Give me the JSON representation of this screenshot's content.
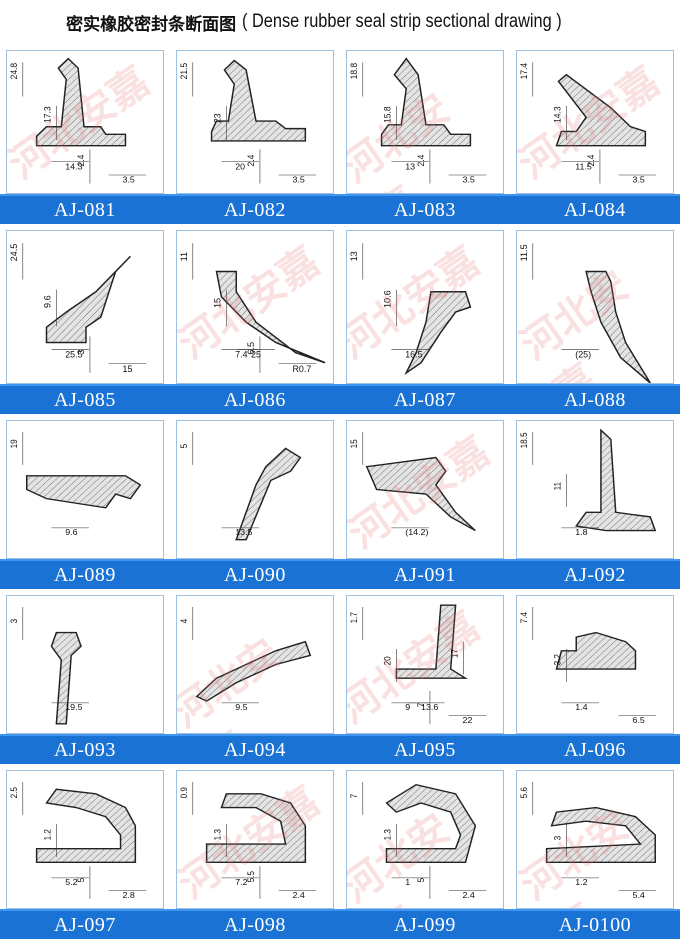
{
  "header": {
    "title_cn": "密实橡胶密封条断面图",
    "title_en": "( Dense rubber seal strip sectional drawing )"
  },
  "colors": {
    "label_bg": "#1a73d4",
    "label_text": "#ffffff",
    "profile_fill": "#d9d9d9",
    "watermark": "#e67878"
  },
  "watermark_text": "河北安嘉",
  "profiles": [
    {
      "code": "AJ-081",
      "dims": [
        "24.8",
        "14.3",
        "17.3",
        "3.5",
        "2.4"
      ]
    },
    {
      "code": "AJ-082",
      "dims": [
        "21.5",
        "20",
        "23",
        "3.5",
        "2.4"
      ]
    },
    {
      "code": "AJ-083",
      "dims": [
        "18.8",
        "13",
        "15.8",
        "3.5",
        "2.4"
      ]
    },
    {
      "code": "AJ-084",
      "dims": [
        "17.4",
        "11.5",
        "14.3",
        "3.5",
        "2.4"
      ]
    },
    {
      "code": "AJ-085",
      "dims": [
        "24.5",
        "25.5",
        "9.6",
        "15",
        "3"
      ]
    },
    {
      "code": "AJ-086",
      "dims": [
        "11",
        "7.4",
        "15",
        "R0.7",
        "6.5",
        "25"
      ]
    },
    {
      "code": "AJ-087",
      "dims": [
        "13",
        "16.5",
        "10.6"
      ]
    },
    {
      "code": "AJ-088",
      "dims": [
        "11.5",
        "(25)"
      ]
    },
    {
      "code": "AJ-089",
      "dims": [
        "19",
        "9.6"
      ]
    },
    {
      "code": "AJ-090",
      "dims": [
        "5",
        "13.5"
      ]
    },
    {
      "code": "AJ-091",
      "dims": [
        "15",
        "(14.2)"
      ]
    },
    {
      "code": "AJ-092",
      "dims": [
        "18.5",
        "1.8",
        "11"
      ]
    },
    {
      "code": "AJ-093",
      "dims": [
        "3",
        "19.5"
      ]
    },
    {
      "code": "AJ-094",
      "dims": [
        "4",
        "9.5"
      ]
    },
    {
      "code": "AJ-095",
      "dims": [
        "1.7",
        "9",
        "20",
        "22",
        "7",
        "13.6",
        "17"
      ]
    },
    {
      "code": "AJ-096",
      "dims": [
        "7.4",
        "1.4",
        "3.2",
        "6.5"
      ]
    },
    {
      "code": "AJ-097",
      "dims": [
        "2.5",
        "5.2",
        "1.2",
        "2.8",
        "5"
      ]
    },
    {
      "code": "AJ-098",
      "dims": [
        "0.9",
        "7.2",
        "1.3",
        "2.4",
        "5.5"
      ]
    },
    {
      "code": "AJ-099",
      "dims": [
        "7",
        "1",
        "1.3",
        "2.4",
        "5"
      ]
    },
    {
      "code": "AJ-0100",
      "dims": [
        "5.6",
        "1.2",
        "3",
        "5.4"
      ]
    }
  ]
}
